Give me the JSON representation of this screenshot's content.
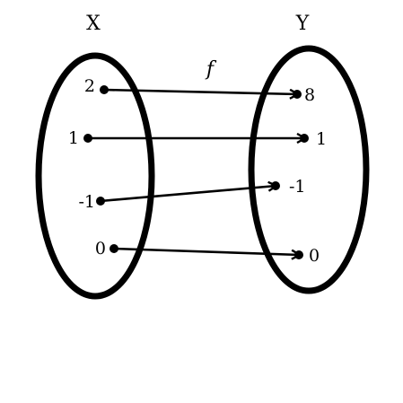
{
  "sets": {
    "domain": {
      "label": "X",
      "elements": [
        "2",
        "1",
        "-1",
        "0"
      ]
    },
    "codomain": {
      "label": "Y",
      "elements": [
        "8",
        "1",
        "-1",
        "0"
      ]
    }
  },
  "function_label": "f",
  "mappings": [
    {
      "from": "2",
      "to": "8"
    },
    {
      "from": "1",
      "to": "1"
    },
    {
      "from": "-1",
      "to": "-1"
    },
    {
      "from": "0",
      "to": "0"
    }
  ],
  "colors": {
    "stroke": "#000000",
    "background": "#ffffff"
  }
}
